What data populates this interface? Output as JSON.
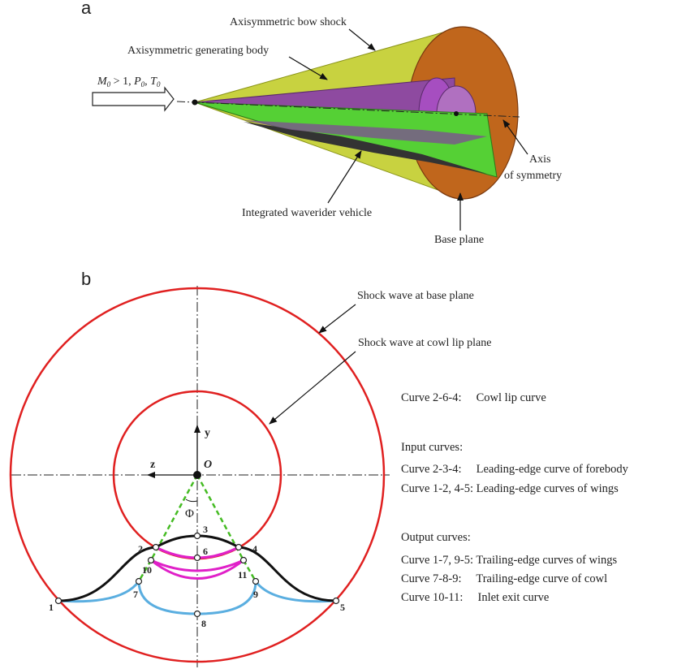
{
  "panel_a": {
    "letter": "a",
    "labels": {
      "bow_shock": "Axisymmetric bow shock",
      "generating_body": "Axisymmetric generating body",
      "freestream_M": "M",
      "freestream_M_sub": "0",
      "freestream_rest": " > 1, ",
      "freestream_P": "P",
      "freestream_P_sub": "0",
      "freestream_comma": ", ",
      "freestream_T": "T",
      "freestream_T_sub": "0",
      "axis_line1": "Axis",
      "axis_line2": "of symmetry",
      "waverider": "Integrated waverider vehicle",
      "base_plane": "Base plane"
    },
    "colors": {
      "shock": "#c8d240",
      "body": "#8e4aa0",
      "base": "#c0661c",
      "waverider": "#55d035",
      "dark": "#333333"
    }
  },
  "panel_b": {
    "letter": "b",
    "labels": {
      "shock_base": "Shock wave at base plane",
      "shock_cowl": "Shock wave at cowl lip plane",
      "y_axis": "y",
      "z_axis": "z",
      "origin": "O",
      "phi": "Φ"
    },
    "points": [
      "1",
      "2",
      "3",
      "4",
      "5",
      "6",
      "7",
      "8",
      "9",
      "10",
      "11"
    ],
    "legend": {
      "cowl_lip": "Curve 2-6-4:     Cowl lip curve",
      "input_head": "Input curves:",
      "input1": "Curve 2-3-4:     Leading-edge curve of forebody",
      "input2": "Curve 1-2, 4-5: Leading-edge curves of wings",
      "output_head": "Output curves:",
      "output1": "Curve 1-7, 9-5: Trailing-edge curves of wings",
      "output2": "Curve 7-8-9:     Trailing-edge curve of cowl",
      "output3": "Curve 10-11:     Inlet exit curve"
    },
    "colors": {
      "shock": "#e02020",
      "leading_edge": "#111111",
      "trailing_edge": "#5aaee0",
      "inlet_exit": "#e020c8",
      "dashed_rays": "#44bb22"
    }
  }
}
